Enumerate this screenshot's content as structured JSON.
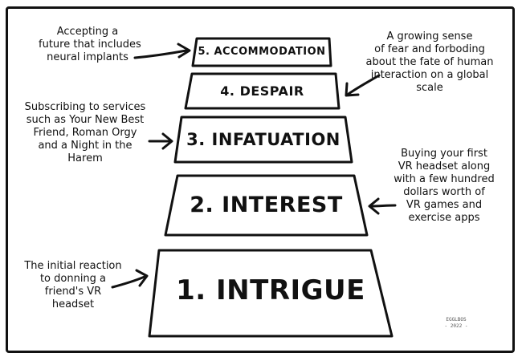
{
  "steps": [
    {
      "label": "1. INTRIGUE"
    },
    {
      "label": "2. INTEREST"
    },
    {
      "label": "3. INFATUATION"
    },
    {
      "label": "4. DESPAIR"
    },
    {
      "label": "5. ACCOMMODATION"
    }
  ],
  "notes": {
    "step1": [
      "The initial reaction",
      "to donning a",
      "friend's VR",
      "headset"
    ],
    "step2": [
      "Buying your first",
      "VR headset along",
      "with a few hundred",
      "dollars worth of",
      "VR games and",
      "exercise apps"
    ],
    "step3": [
      "Subscribing to services",
      "such as Your New Best",
      "Friend, Roman Orgy",
      "and a Night in the",
      "Harem"
    ],
    "step4": [
      "A growing sense",
      "of fear and forboding",
      "about the fate of human",
      "interaction on a global",
      "scale"
    ],
    "step5": [
      "Accepting a",
      "future that includes",
      "neural implants"
    ]
  },
  "signature": {
    "name": "EGGLBOS",
    "year": "- 2022 -"
  }
}
